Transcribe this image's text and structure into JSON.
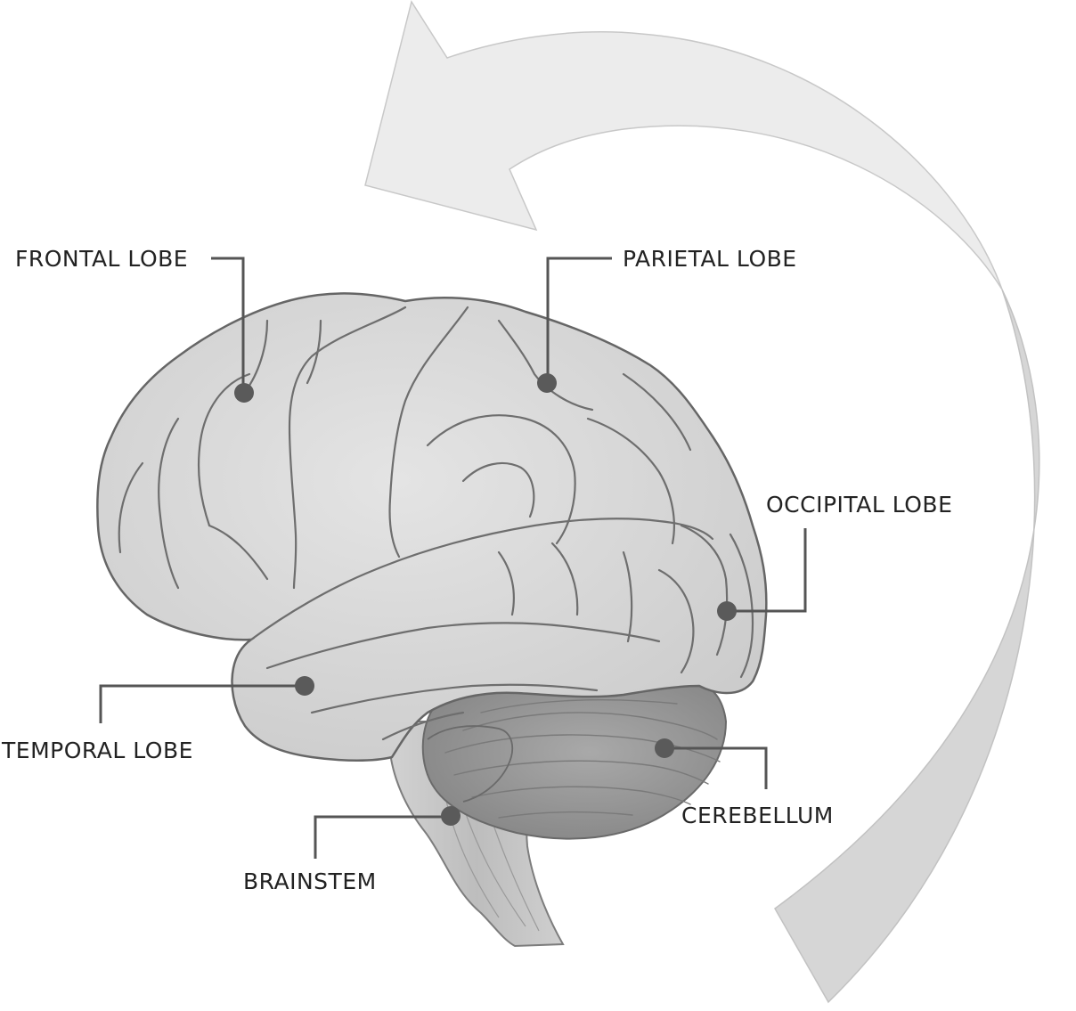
{
  "diagram": {
    "labels": {
      "frontal": "FRONTAL LOBE",
      "parietal": "PARIETAL LOBE",
      "occipital": "OCCIPITAL LOBE",
      "temporal": "TEMPORAL LOBE",
      "cerebellum": "CEREBELLUM",
      "brainstem": "BRAINSTEM"
    },
    "colors": {
      "cortex": "#d8d8d8",
      "cerebellum": "#9a9a9a",
      "arrow_top": "#ececec",
      "arrow_bottom": "#d6d6d6",
      "outline": "#6e6e6e",
      "text": "#222222",
      "marker": "#5a5a5a"
    }
  }
}
